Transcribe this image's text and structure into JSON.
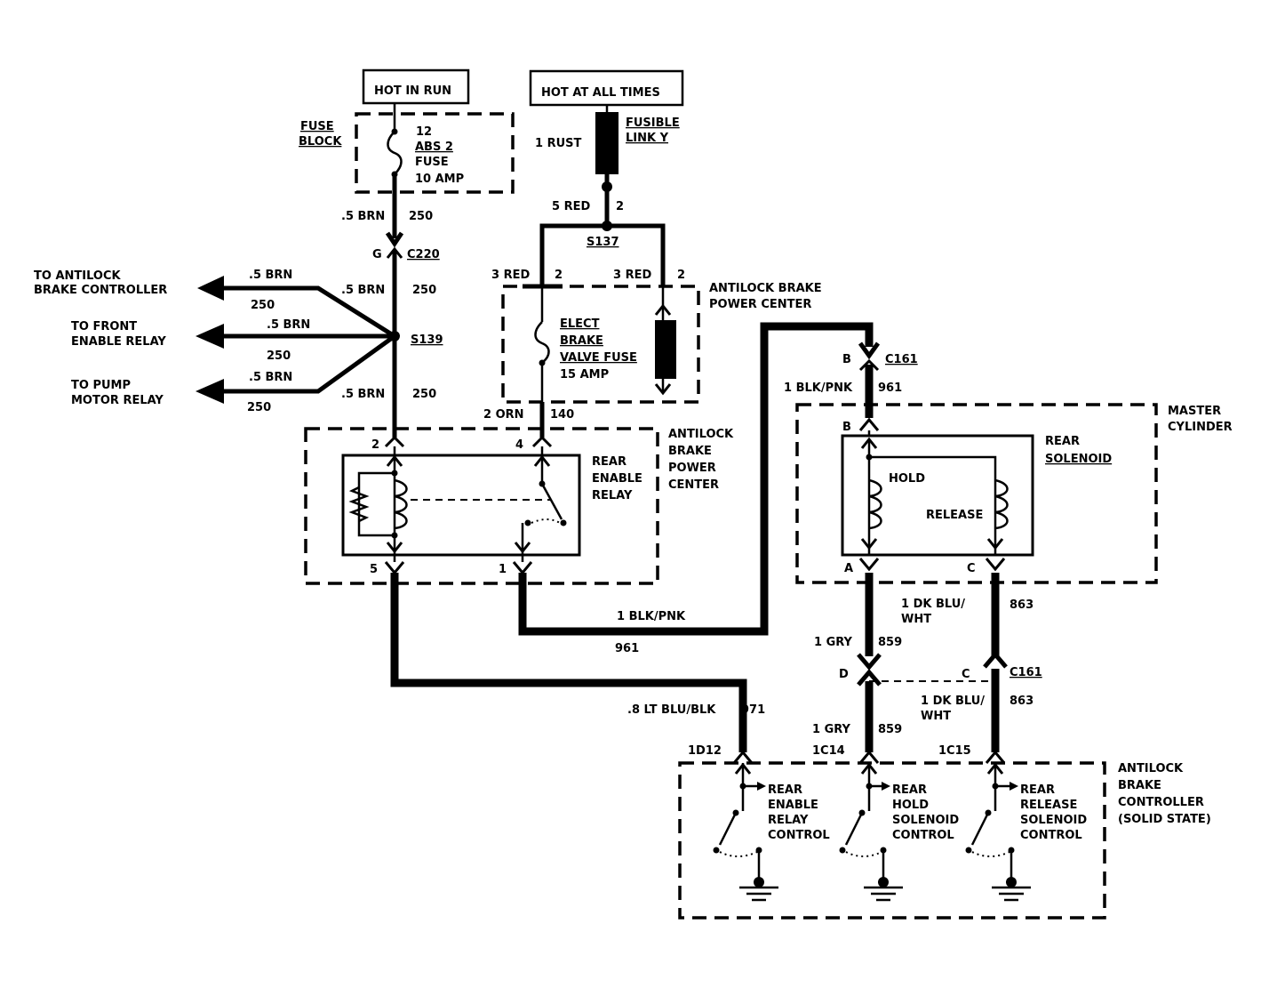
{
  "sources": {
    "hot_in_run": "HOT IN RUN",
    "hot_at_all_times": "HOT AT ALL TIMES"
  },
  "fuse_block": {
    "name": [
      "FUSE",
      "BLOCK"
    ],
    "fuse": [
      "12",
      "ABS 2",
      "FUSE",
      "10 AMP"
    ]
  },
  "fusible_link": {
    "name": [
      "FUSIBLE",
      "LINK Y"
    ],
    "wire": "1 RUST"
  },
  "splices": {
    "s137": "S137",
    "s139": "S139"
  },
  "connectors": {
    "c220": "C220",
    "c220_pin": "G",
    "c161_top": "C161",
    "c161_top_pin": "B",
    "c161_bottom": "C161",
    "c161_bottom_pins": [
      "D",
      "C"
    ]
  },
  "wires": {
    "brn_5": ".5 BRN",
    "brn_250": "250",
    "red_5": "5 RED",
    "red_3": "3 RED",
    "red_pin": "2",
    "orn_2": "2 ORN",
    "orn_140": "140",
    "blk_pnk": "1 BLK/PNK",
    "blk_pnk_961": "961",
    "lt_blu_blk": ".8 LT BLU/BLK",
    "lt_blu_971": "971",
    "gry": "1 GRY",
    "gry_859": "859",
    "dk_blu_wht": [
      "1 DK BLU/",
      "WHT"
    ],
    "dk_blu_863": "863"
  },
  "branches": {
    "antilock_controller": [
      "TO ANTILOCK",
      "BRAKE CONTROLLER"
    ],
    "front_enable": [
      "TO FRONT",
      "ENABLE RELAY"
    ],
    "pump_motor": [
      "TO PUMP",
      "MOTOR  RELAY"
    ]
  },
  "power_center_top": {
    "name": [
      "ANTILOCK BRAKE",
      "POWER CENTER"
    ],
    "fuse": [
      "ELECT",
      "BRAKE",
      "VALVE FUSE",
      "15 AMP"
    ]
  },
  "power_center_relay": {
    "name": [
      "ANTILOCK",
      "BRAKE",
      "POWER",
      "CENTER"
    ],
    "relay": [
      "REAR",
      "ENABLE",
      "RELAY"
    ],
    "pins": [
      "2",
      "4",
      "5",
      "1"
    ]
  },
  "master_cylinder": {
    "name": [
      "MASTER",
      "CYLINDER"
    ],
    "solenoid": [
      "REAR",
      "SOLENOID"
    ],
    "hold": "HOLD",
    "release": "RELEASE",
    "pins": [
      "B",
      "A",
      "C"
    ]
  },
  "controller": {
    "name": [
      "ANTILOCK",
      "BRAKE",
      "CONTROLLER",
      "(SOLID STATE)"
    ],
    "pins": [
      "1D12",
      "1C14",
      "1C15"
    ],
    "drivers": [
      [
        "REAR",
        "ENABLE",
        "RELAY",
        "CONTROL"
      ],
      [
        "REAR",
        "HOLD",
        "SOLENOID",
        "CONTROL"
      ],
      [
        "REAR",
        "RELEASE",
        "SOLENOID",
        "CONTROL"
      ]
    ]
  }
}
